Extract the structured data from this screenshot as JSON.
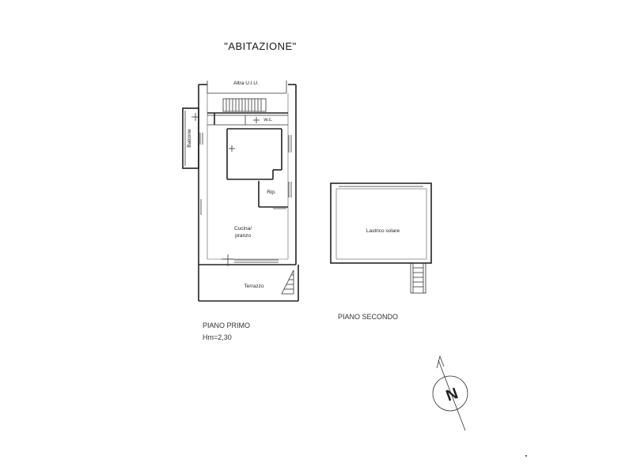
{
  "title": "\"ABITAZIONE\"",
  "floor_plan_first": {
    "rooms": {
      "other_unit": "Altra U.I.U.",
      "wc": "w.c.",
      "balcony": "Balcone",
      "storage": "Rip.",
      "kitchen_line1": "Cucina/",
      "kitchen_line2": "pranzo",
      "terrace": "Terrazzo"
    },
    "caption_line1": "PIANO PRIMO",
    "caption_line2": "Hm=2,30"
  },
  "floor_plan_second": {
    "rooms": {
      "roof_terrace": "Lastrico solare"
    },
    "caption": "PIANO SECONDO"
  },
  "compass": {
    "letter": "N"
  }
}
